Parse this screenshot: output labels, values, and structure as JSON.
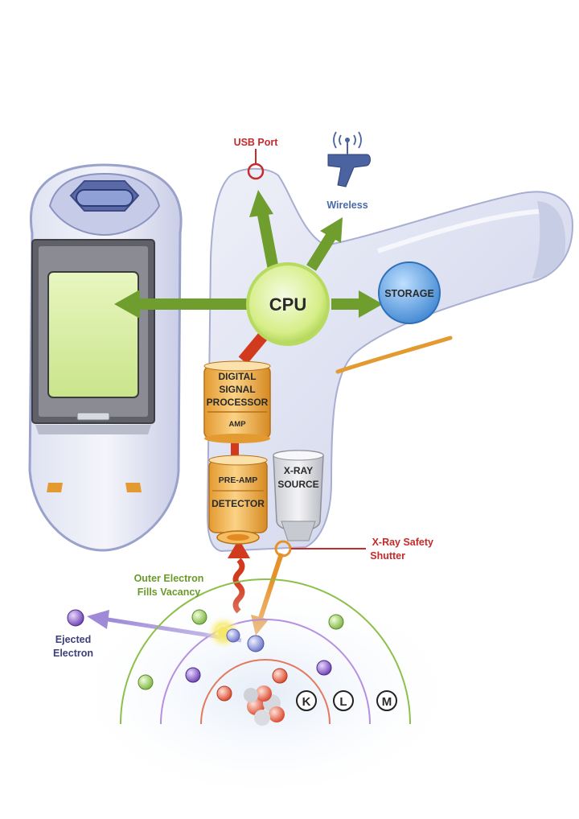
{
  "labels": {
    "usb_port": "USB Port",
    "wireless": "Wireless",
    "cpu": "CPU",
    "storage": "STORAGE",
    "dsp_line1": "DIGITAL",
    "dsp_line2": "SIGNAL",
    "dsp_line3": "PROCESSOR",
    "amp": "AMP",
    "pre_amp": "PRE-AMP",
    "detector": "DETECTOR",
    "xray_line1": "X-RAY",
    "xray_line2": "SOURCE",
    "shutter_line1": "X-Ray Safety",
    "shutter_line2": "Shutter",
    "outer_line1": "Outer Electron",
    "outer_line2": "Fills Vacancy",
    "ejected_line1": "Ejected",
    "ejected_line2": "Electron",
    "shell_k": "K",
    "shell_l": "L",
    "shell_m": "M"
  },
  "icons": [
    "wireless-icon",
    "usb-port-icon",
    "atom-nucleus-icon"
  ],
  "colors": {
    "arrow_green": "#6f9e2e",
    "arrow_red": "#d23a1e",
    "arrow_orange": "#e6922a",
    "cpu_fill": "#d7ef8e",
    "storage_fill": "#5d9fe0",
    "component_orange": "#f1b04a",
    "label_red": "#c62a2a",
    "label_blue": "#4a6aa8",
    "label_green": "#6a9a2a"
  }
}
